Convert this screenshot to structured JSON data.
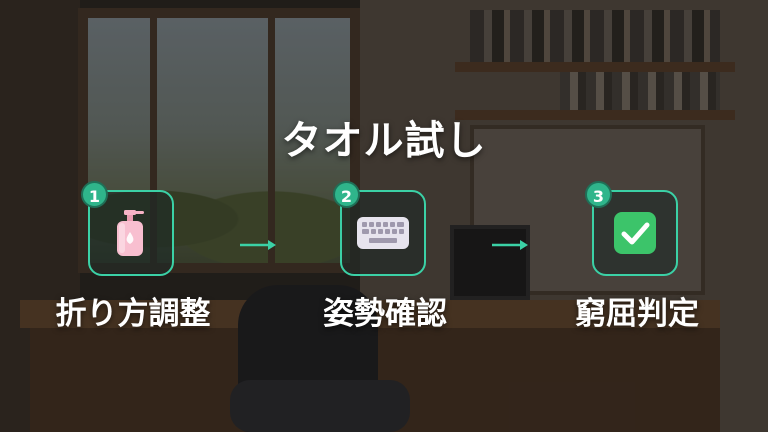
{
  "title": "タオル試し",
  "colors": {
    "accent": "#3bd1a6",
    "badge": "#2fb58b",
    "text": "#ffffff"
  },
  "steps": [
    {
      "number": "1",
      "label": "折り方調整",
      "icon": "lotion-bottle-icon"
    },
    {
      "number": "2",
      "label": "姿勢確認",
      "icon": "keyboard-icon"
    },
    {
      "number": "3",
      "label": "窮屈判定",
      "icon": "check-mark-icon"
    }
  ]
}
